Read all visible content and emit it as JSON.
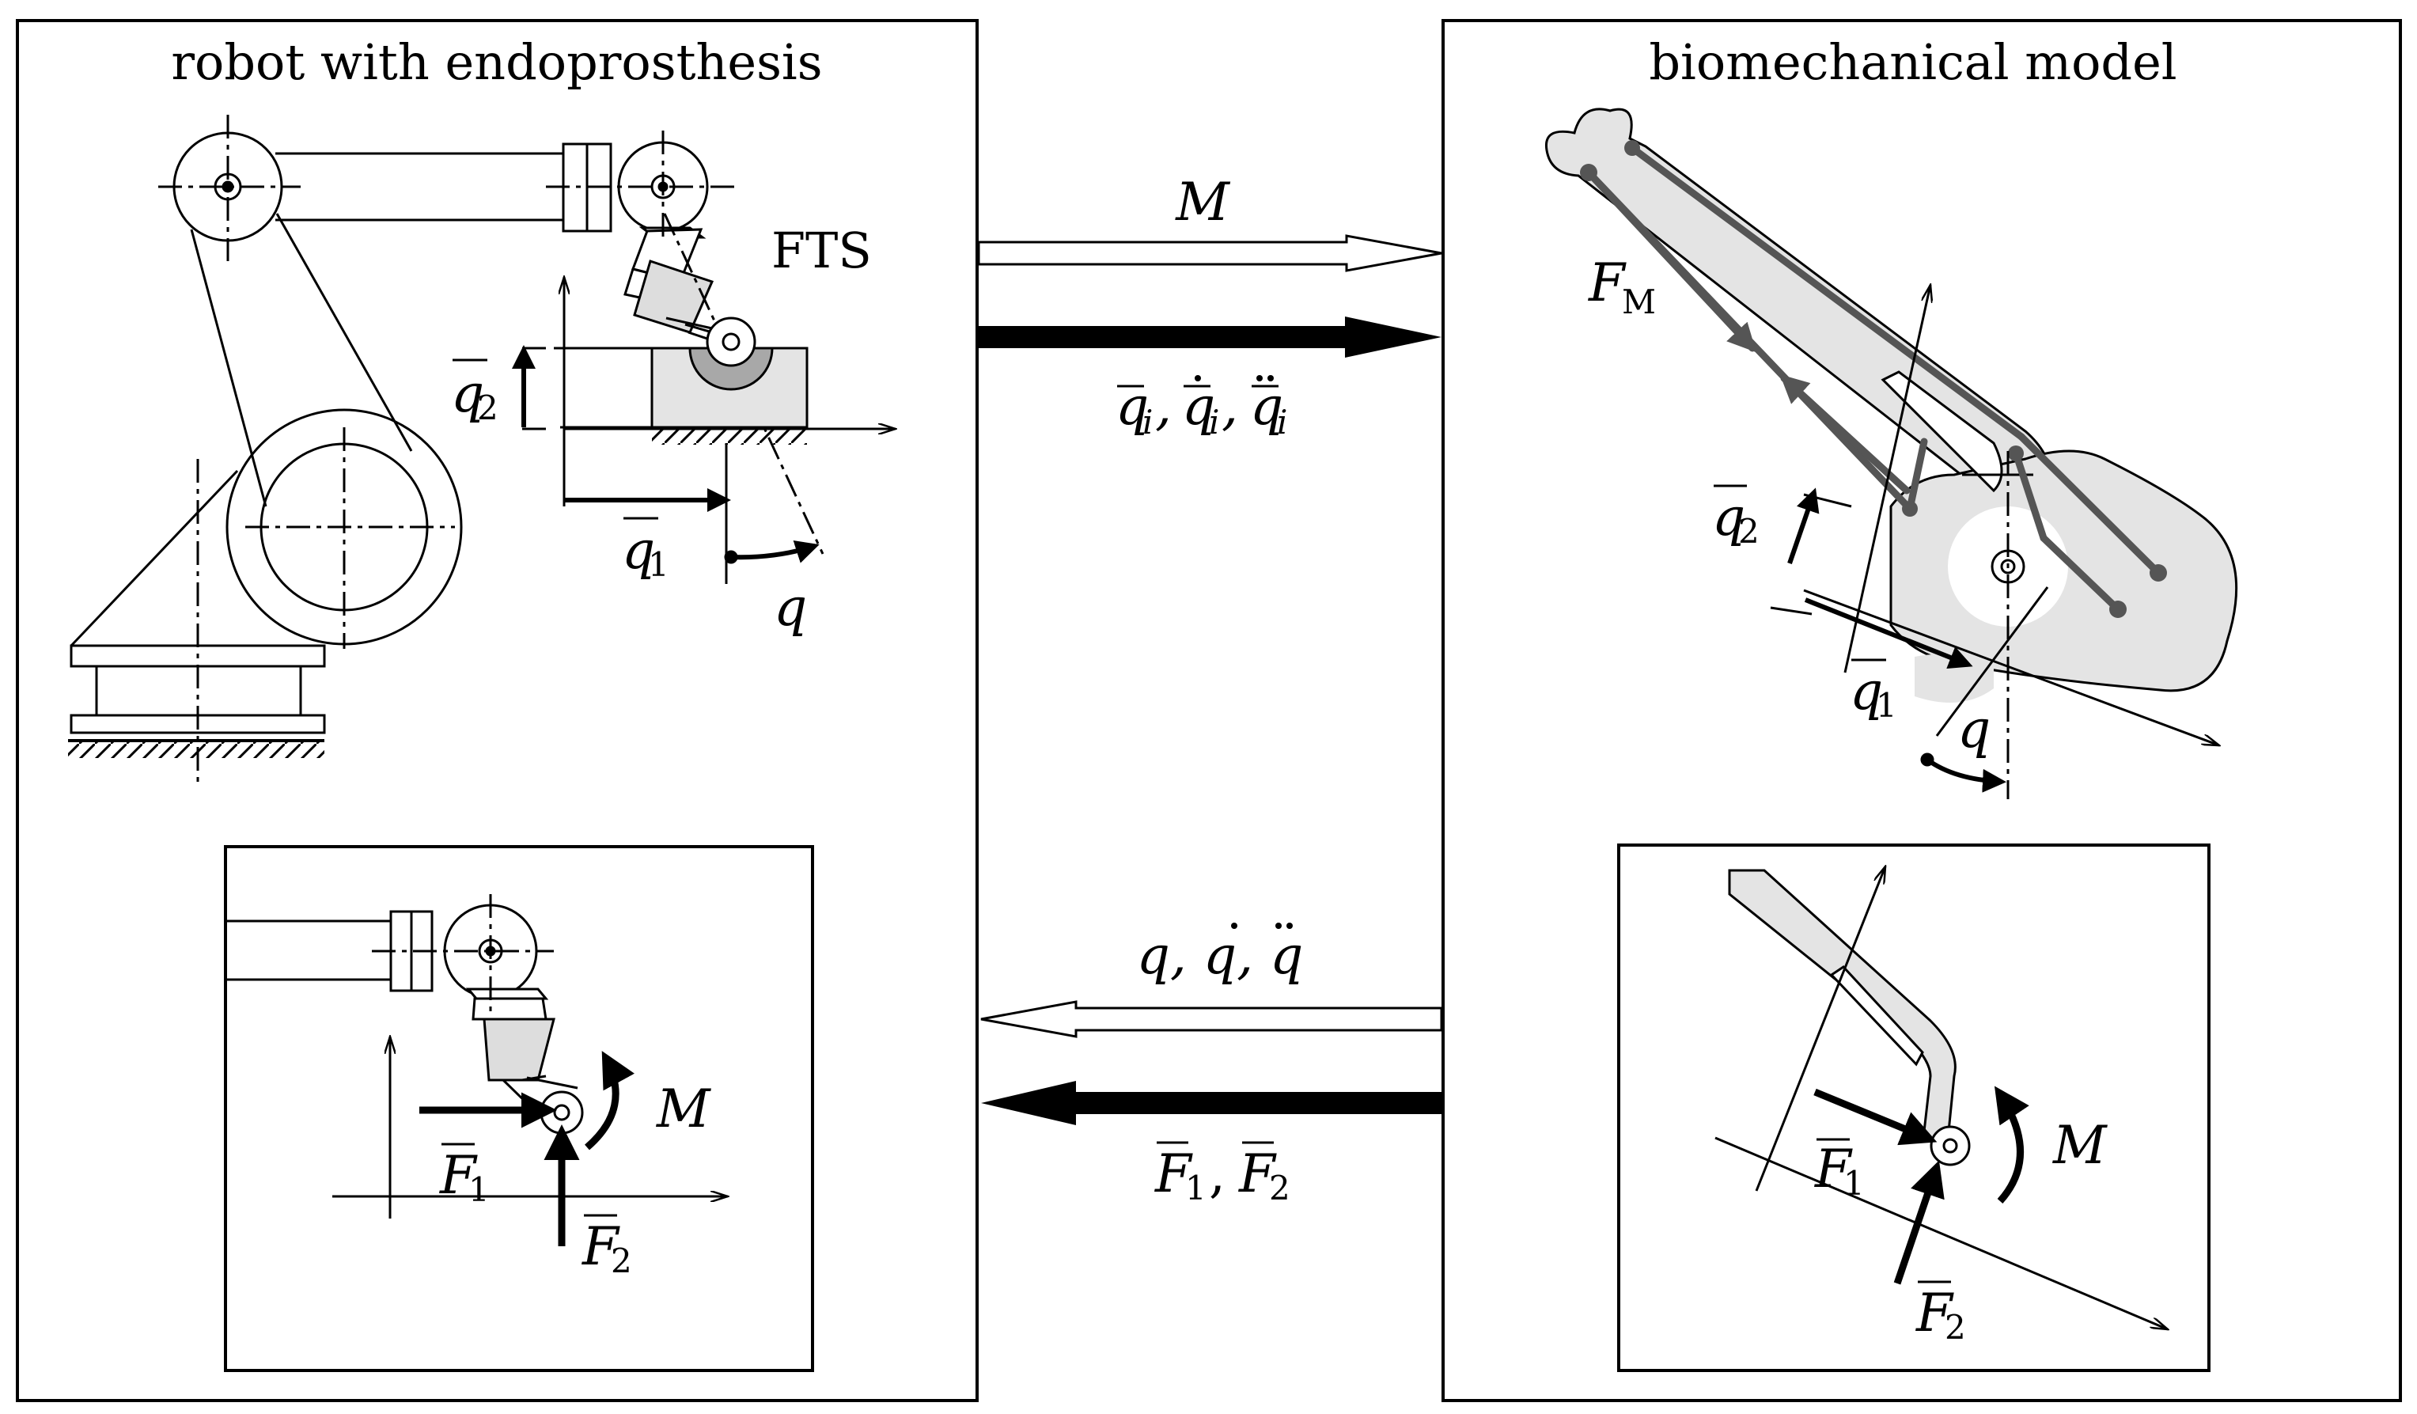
{
  "left_panel": {
    "title": "robot with endoprosthesis",
    "fts_label": "FTS",
    "q1": {
      "sym": "q",
      "sub": "1"
    },
    "q2": {
      "sym": "q",
      "sub": "2"
    },
    "q": "q",
    "inset": {
      "moment": "M",
      "f1": {
        "sym": "F",
        "sub": "1"
      },
      "f2": {
        "sym": "F",
        "sub": "2"
      }
    }
  },
  "right_panel": {
    "title": "biomechanical model",
    "fm": {
      "sym": "F",
      "sub": "M"
    },
    "q1": {
      "sym": "q",
      "sub": "1"
    },
    "q2": {
      "sym": "q",
      "sub": "2"
    },
    "q": "q",
    "inset": {
      "moment": "M",
      "f1": {
        "sym": "F",
        "sub": "1"
      },
      "f2": {
        "sym": "F",
        "sub": "2"
      }
    }
  },
  "arrows": {
    "top_hollow": "M",
    "top_solid": {
      "parts": [
        "q",
        "i",
        ", ",
        "q",
        "i",
        ", ",
        "q",
        "i"
      ]
    },
    "bottom_hollow": "q, q, q",
    "bottom_solid": {
      "f1": {
        "sym": "F",
        "sub": "1"
      },
      "sep": ",",
      "f2": {
        "sym": "F",
        "sub": "2"
      }
    }
  }
}
